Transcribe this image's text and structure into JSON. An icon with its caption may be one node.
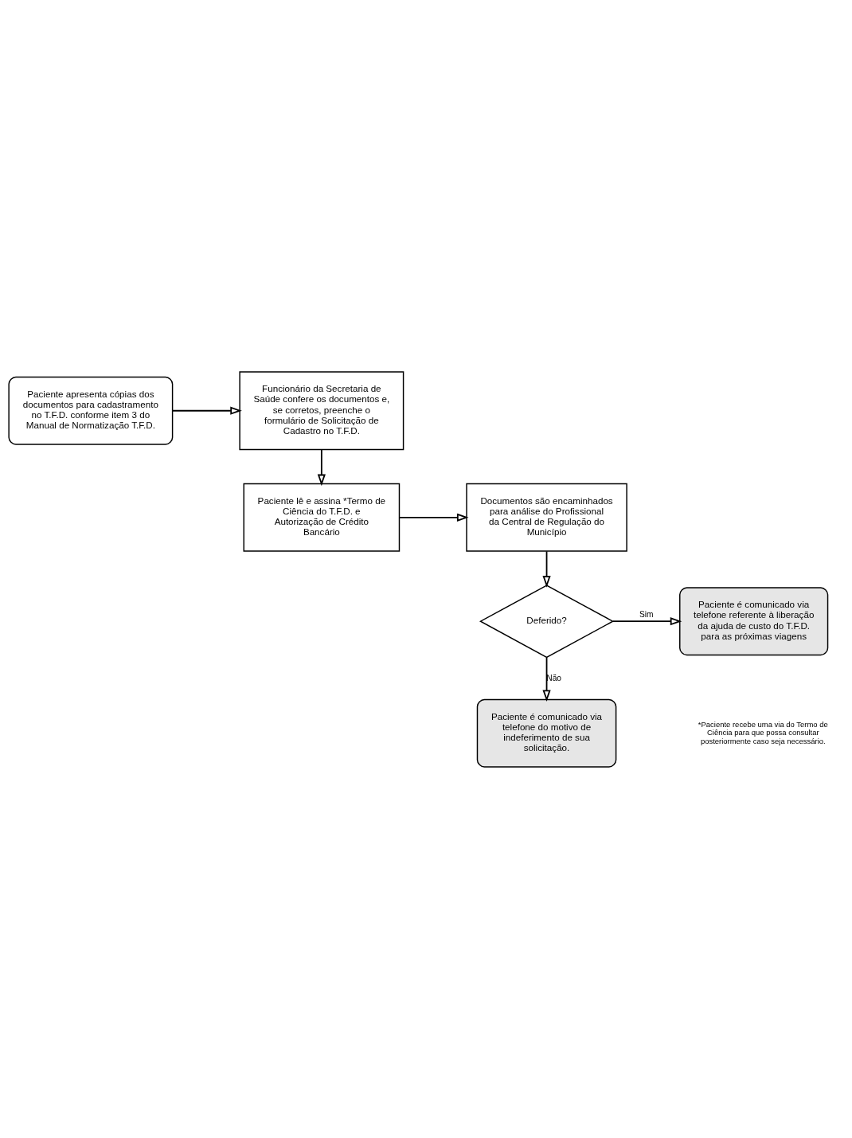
{
  "diagram": {
    "nodes": [
      {
        "text": [
          "Paciente apresenta cópias dos documentos para cadastramento no T.F.D. conforme item 3 do Manual de Normatização T.F.D."
        ]
      },
      {
        "text": [
          "Funcionário da Secretaria de Saúde confere os documentos e, se corretos, preenche o formulário de Solicitação de Cadastro no T.F.D."
        ]
      },
      {
        "text": [
          "Paciente lê e assina *Termo de Ciência do T.F.D. e Autorização de Crédito Bancário"
        ]
      },
      {
        "text": [
          "Documentos são encaminhados para análise do Profissional da Central de Regulação do Município"
        ]
      },
      {
        "text": [
          "Deferido?"
        ]
      },
      {
        "text": [
          "Paciente é comunicado via telefone referente à liberação da ajuda de custo do T.F.D. para as próximas viagens"
        ]
      },
      {
        "text": [
          "Paciente é comunicado via telefone do motivo de indeferimento de sua solicitação."
        ]
      }
    ],
    "edges": [
      {
        "from": 0,
        "to": 1,
        "arrow": "to"
      },
      {
        "from": 1,
        "to": 2,
        "arrow": "to"
      },
      {
        "from": 2,
        "to": 3,
        "arrow": "to"
      },
      {
        "from": 3,
        "to": 4,
        "arrow": "to"
      },
      {
        "from": 4,
        "to": 5,
        "arrow": "to",
        "label": "Sim"
      },
      {
        "from": 4,
        "to": 6,
        "arrow": "to",
        "label": "Não"
      }
    ],
    "labels": [
      "*Paciente recebe uma via do Termo de Ciência para que possa consultar posteriormente caso seja necessário."
    ]
  }
}
